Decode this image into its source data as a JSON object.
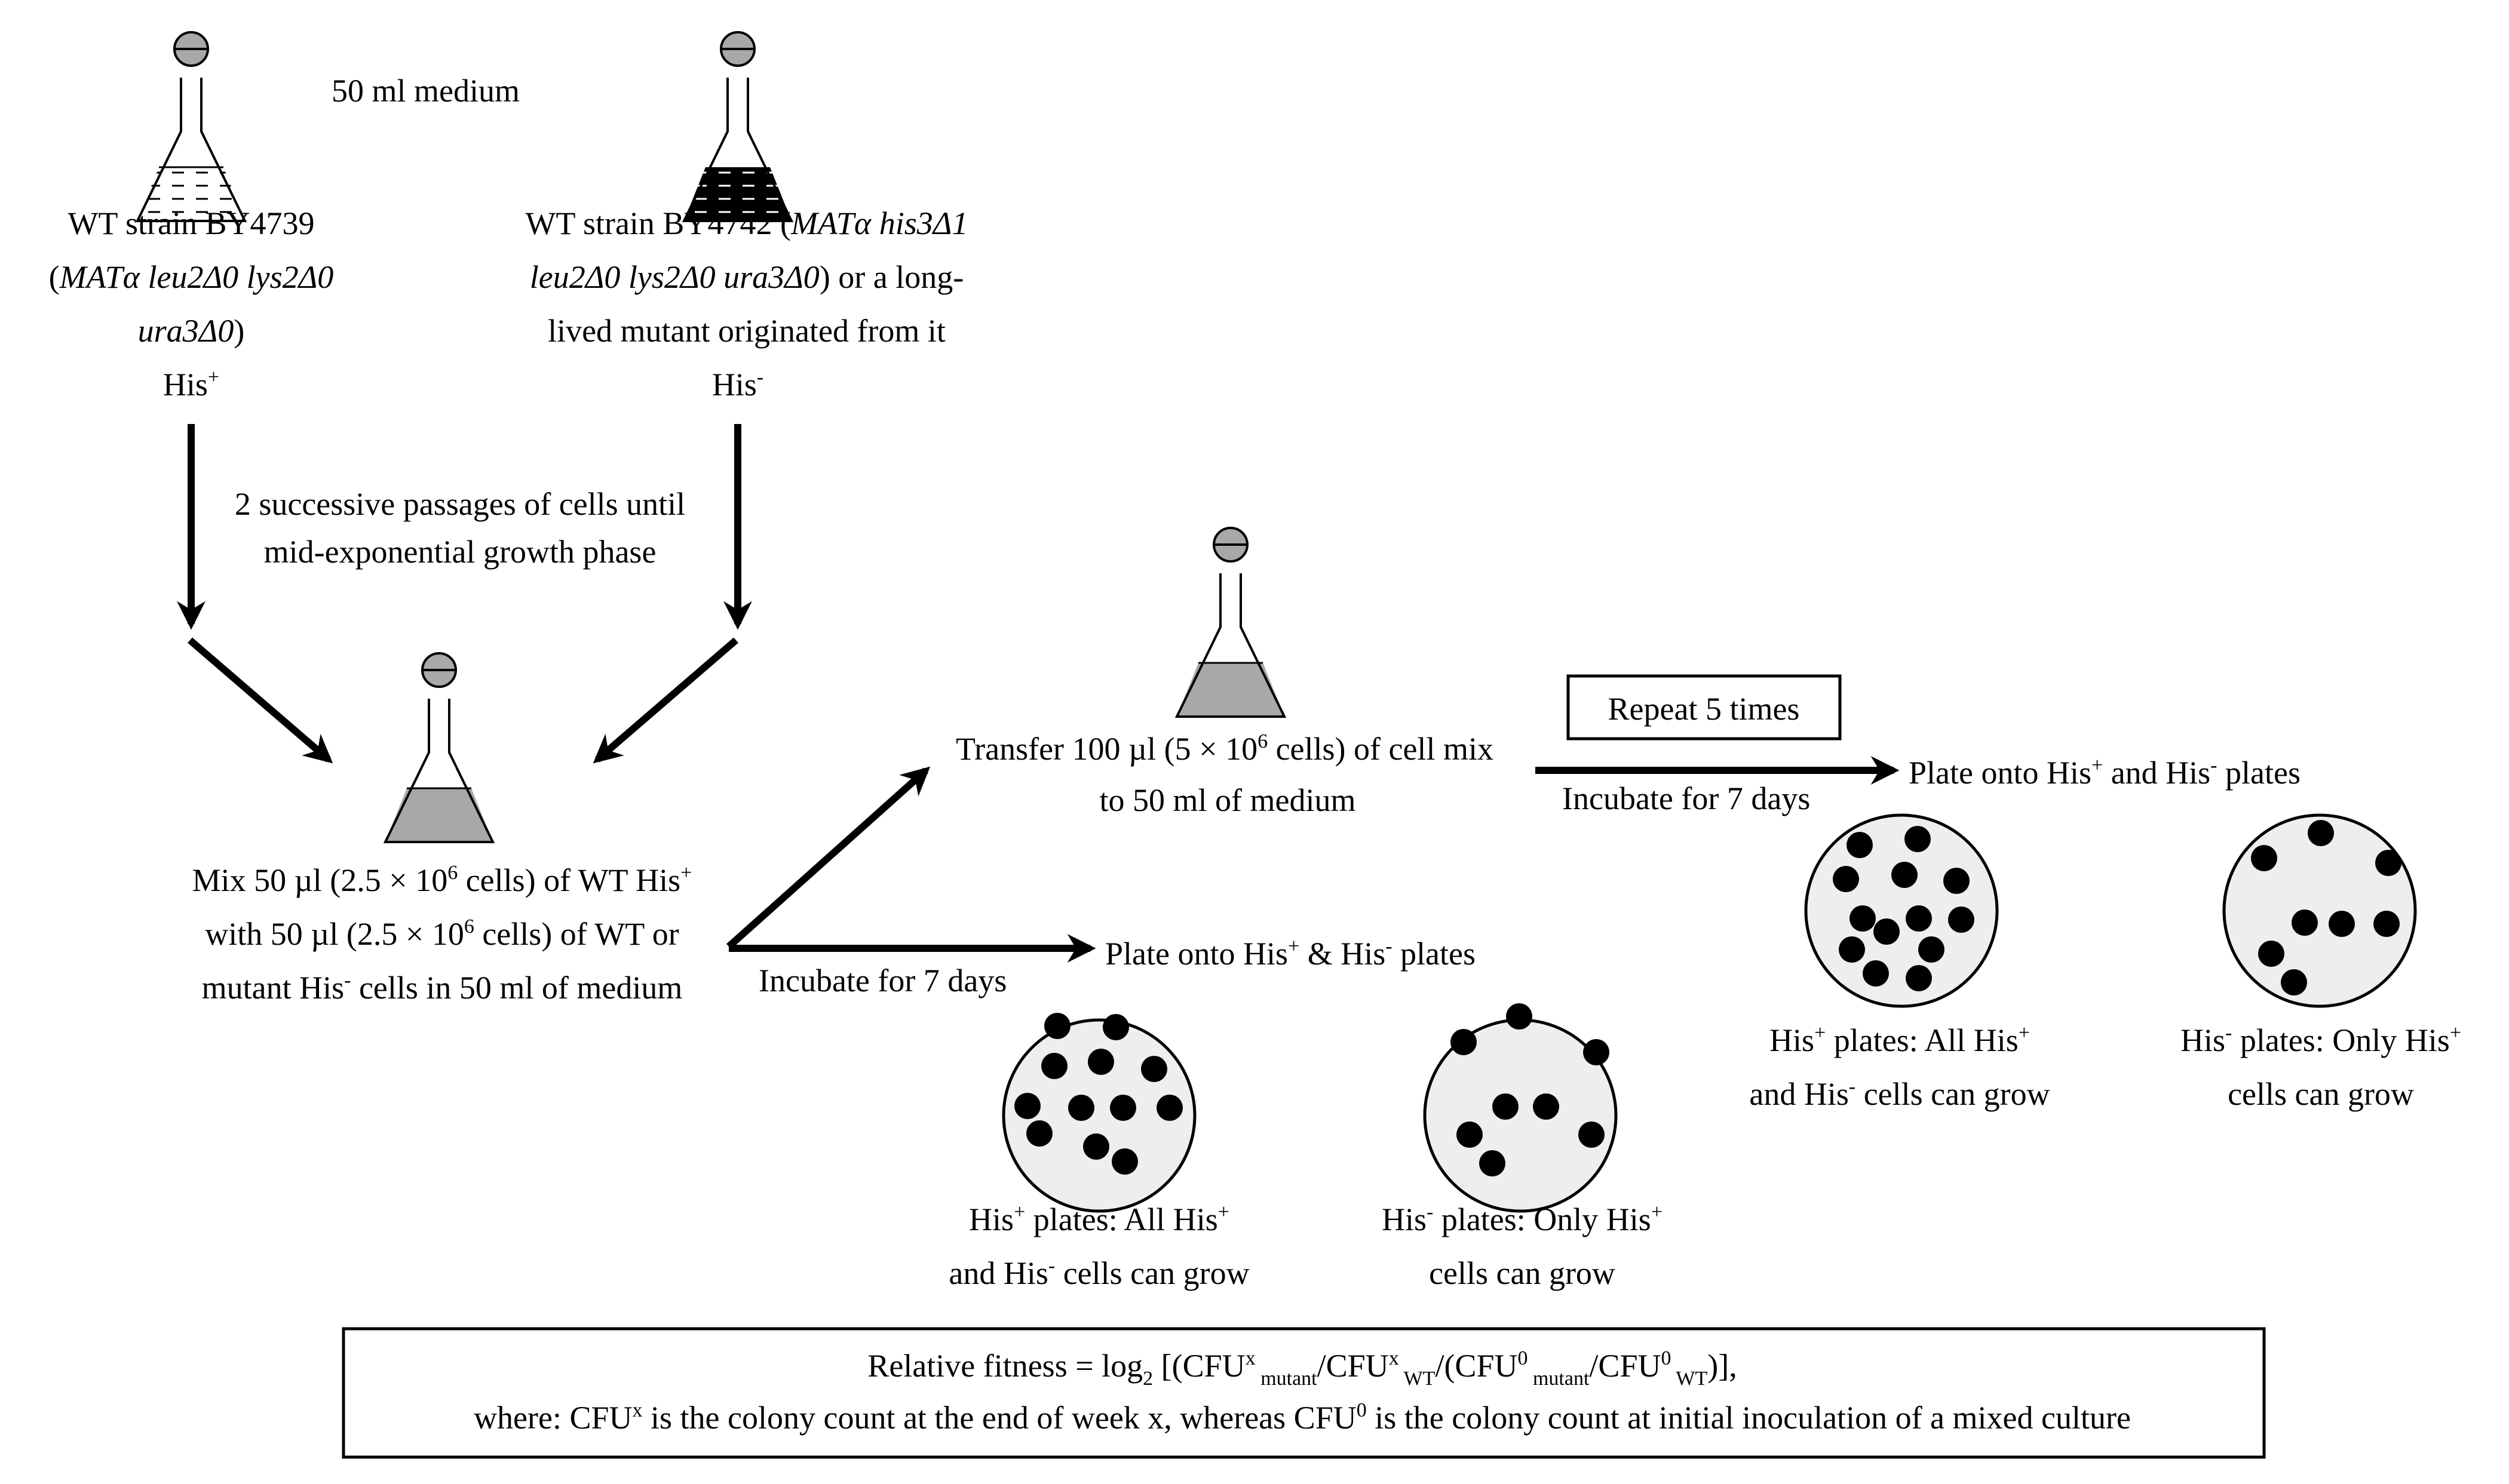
{
  "top_note": "50 ml medium",
  "left_strain": {
    "line1": "WT strain BY4739",
    "genotype_line2": "MATα leu2Δ0 lys2Δ0",
    "genotype_line3": "ura3Δ0",
    "phenotype": "His",
    "phenotype_sup": "+"
  },
  "right_strain": {
    "line1_prefix": "WT strain BY4742 (",
    "line1_italic": "MATα his3Δ1",
    "line2_italic": "leu2Δ0 lys2Δ0 ura3Δ0",
    "line2_suffix": ") or a long-",
    "line3": "lived mutant originated from it",
    "phenotype": "His",
    "phenotype_sup": "-"
  },
  "passage_text": {
    "line1": "2 successive passages of cells until",
    "line2": "mid-exponential growth phase"
  },
  "mix_text": {
    "line1_a": "Mix 50 µl (2.5 × 10",
    "line1_sup": "6",
    "line1_b": " cells) of WT His",
    "line1_sup2": "+",
    "line2_a": "with 50 µl (2.5 × 10",
    "line2_sup": "6",
    "line2_b": " cells) of WT or",
    "line3_a": "mutant His",
    "line3_sup": "-",
    "line3_b": " cells in 50 ml of medium"
  },
  "transfer_text": {
    "line1_a": "Transfer 100 µl (5 × 10",
    "line1_sup": "6",
    "line1_b": " cells) of cell mix",
    "line2": "to 50 ml of medium"
  },
  "repeat_box": "Repeat 5 times",
  "incubate_label": "Incubate for 7 days",
  "plate_lower": {
    "a": "Plate onto His",
    "sup1": "+",
    "b": " & His",
    "sup2": "-",
    "c": " plates"
  },
  "plate_upper": {
    "a": "Plate onto His",
    "sup1": "+",
    "b": " and His",
    "sup2": "-",
    "c": " plates"
  },
  "plate_caption_plus": {
    "l1_a": "His",
    "l1_sup": "+",
    "l1_b": " plates: All His",
    "l1_sup2": "+",
    "l2_a": "and His",
    "l2_sup": "-",
    "l2_b": " cells can grow"
  },
  "plate_caption_minus": {
    "l1_a": "His",
    "l1_sup": "-",
    "l1_b": " plates: Only His",
    "l1_sup2": "+",
    "l2": "cells can grow"
  },
  "formula_box": {
    "l1_a": "Relative fitness = log",
    "l1_sub": "2",
    "l1_b": " [(CFU",
    "l1_sup1": "x",
    "l1_sub1": " mutant",
    "l1_c": "/CFU",
    "l1_sup2": "x",
    "l1_sub2": " WT",
    "l1_d": "/(CFU",
    "l1_sup3": "0",
    "l1_sub3": " mutant",
    "l1_e": "/CFU",
    "l1_sup4": "0",
    "l1_sub4": " WT",
    "l1_f": ")],",
    "l2_a": "where: CFU",
    "l2_sup1": "x",
    "l2_b": " is the colony count at the end of week x, whereas CFU",
    "l2_sup2": "0",
    "l2_c": " is the colony count at initial inoculation of a mixed culture"
  },
  "colors": {
    "medium_gray": "#a8a8a8",
    "plate_fill": "#eeeeee",
    "ink": "#000000"
  }
}
